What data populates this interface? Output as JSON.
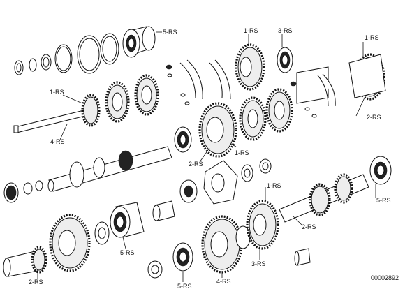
{
  "diagram": {
    "reference_number": "00002892",
    "callouts": [
      {
        "id": "c1",
        "text": "5-RS"
      },
      {
        "id": "c2",
        "text": "1-RS"
      },
      {
        "id": "c3",
        "text": "3-RS"
      },
      {
        "id": "c4",
        "text": "1-RS"
      },
      {
        "id": "c5",
        "text": "1-RS"
      },
      {
        "id": "c6",
        "text": "4-RS"
      },
      {
        "id": "c7",
        "text": "2-RS"
      },
      {
        "id": "c8",
        "text": "2-RS"
      },
      {
        "id": "c9",
        "text": "1-RS"
      },
      {
        "id": "c10",
        "text": "1-RS"
      },
      {
        "id": "c11",
        "text": "5-RS"
      },
      {
        "id": "c12",
        "text": "2-RS"
      },
      {
        "id": "c13",
        "text": "5-RS"
      },
      {
        "id": "c14",
        "text": "3-RS"
      },
      {
        "id": "c15",
        "text": "2-RS"
      },
      {
        "id": "c16",
        "text": "5-RS"
      },
      {
        "id": "c17",
        "text": "4-RS"
      }
    ]
  }
}
